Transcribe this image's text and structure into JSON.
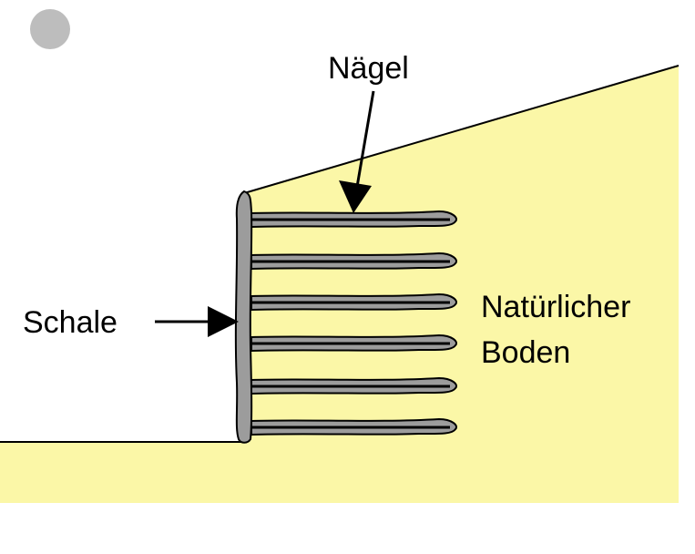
{
  "labels": {
    "naegel": "Nägel",
    "schale": "Schale",
    "boden_line1": "Natürlicher",
    "boden_line2": "Boden"
  },
  "colors": {
    "soil": "#FBF7A7",
    "shell": "#9C9C9C",
    "outline": "#000000",
    "corner_dot": "#BDBDBD"
  },
  "nail_count": 6,
  "icons": {
    "corner_dot": "circle-dot-icon"
  }
}
